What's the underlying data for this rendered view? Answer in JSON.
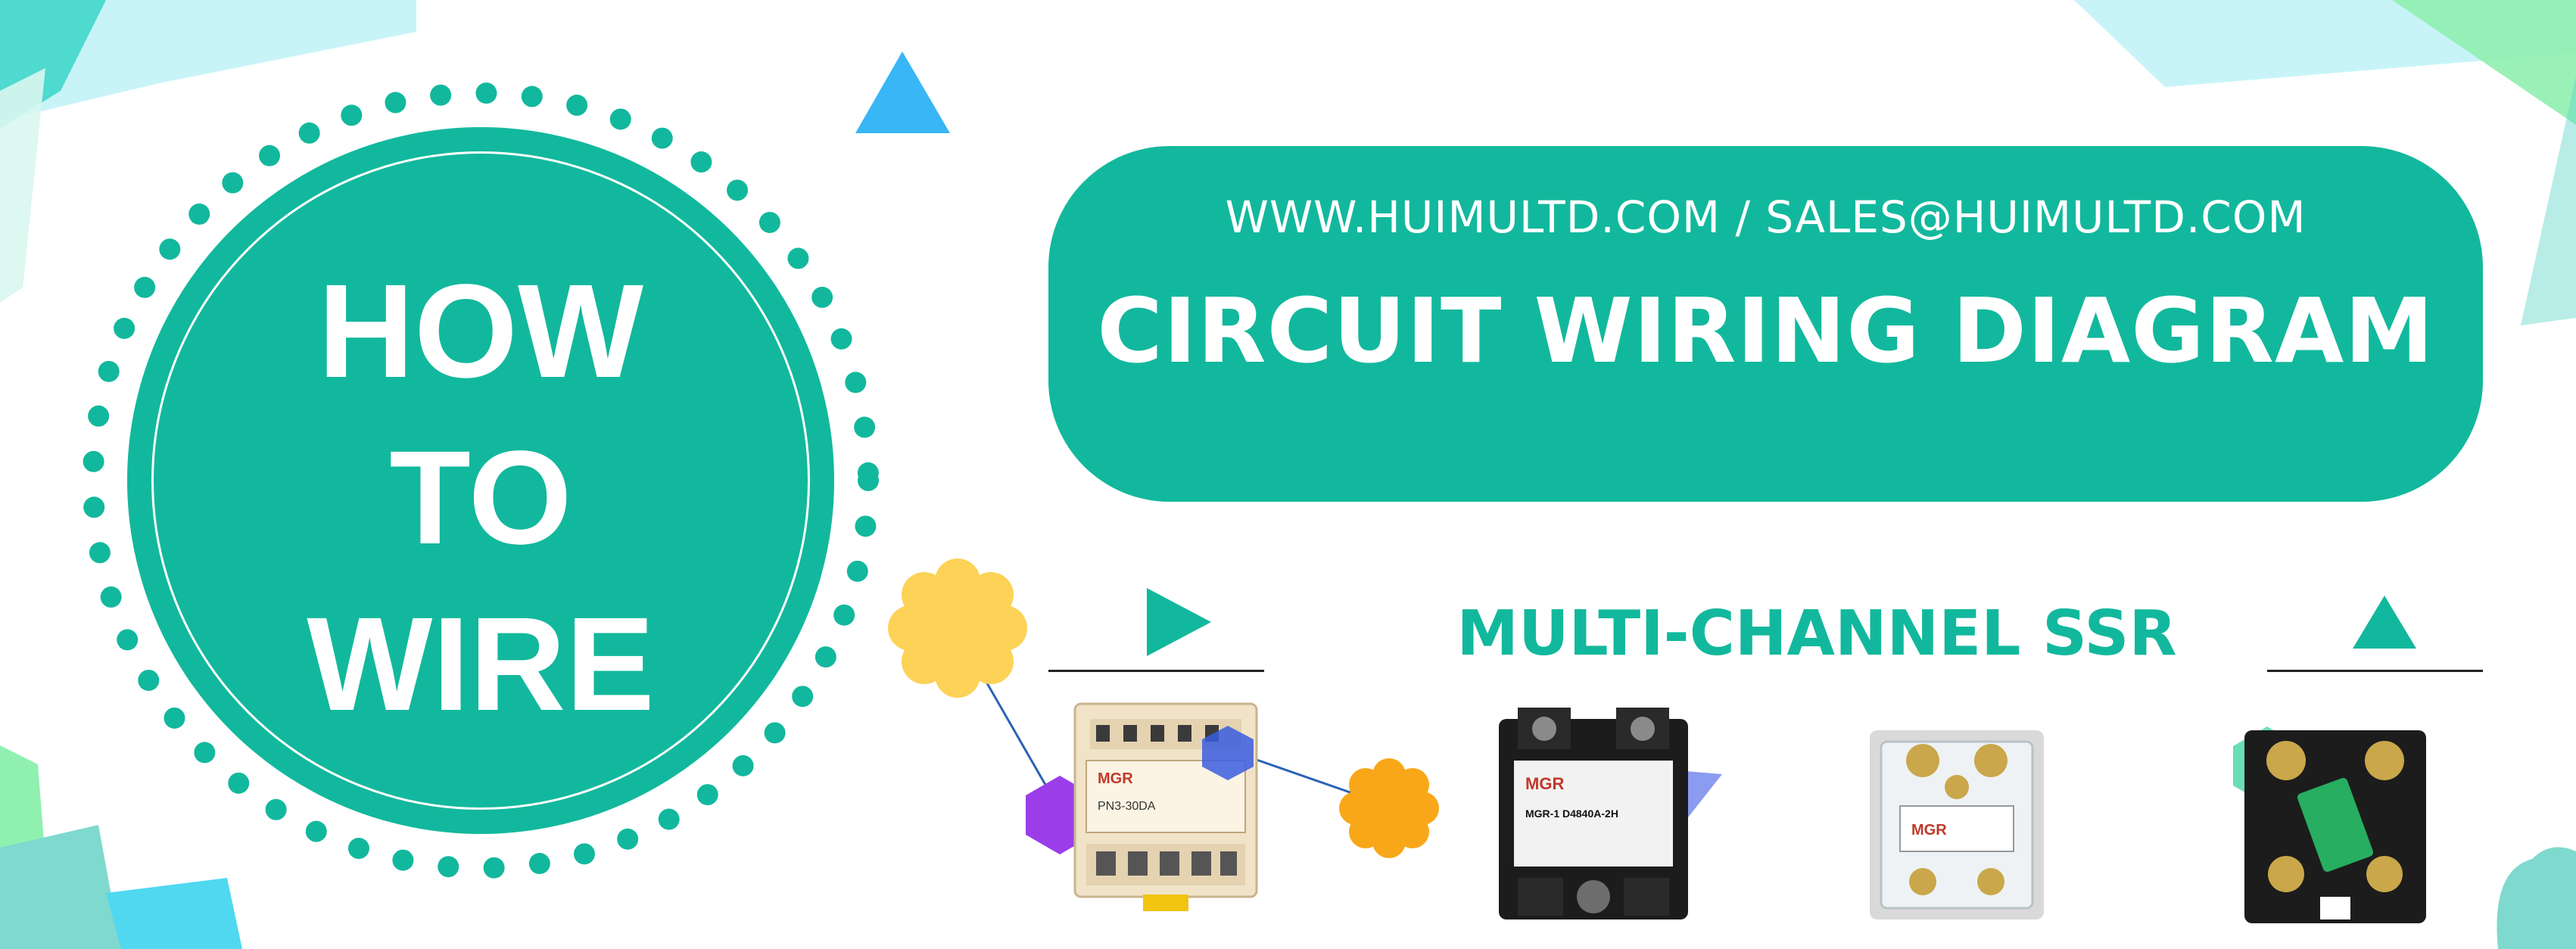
{
  "theme": {
    "accent": "#12b89d",
    "accent_light": "#c8f4f8",
    "sky_blue": "#38b6f5",
    "light_green": "#8ff0b0",
    "yellow": "#fcd257",
    "orange": "#f8a719",
    "purple": "#9b3ee9",
    "blue": "#3b5de0",
    "product_body": "#1c1c1c",
    "product_din_body": "#f1e3c8"
  },
  "badge": {
    "lines": [
      "HOW",
      "TO",
      "WIRE"
    ]
  },
  "banner": {
    "contact": "WWW.HUIMULTD.COM / SALES@HUIMULTD.COM",
    "title": "CIRCUIT WIRING DIAGRAM"
  },
  "section": {
    "subtitle": "MULTI-CHANNEL SSR"
  },
  "products": [
    {
      "name": "multi-channel din rail ssr",
      "brand": "MGR",
      "model": "PN3-30DA"
    },
    {
      "name": "single phase ssr",
      "brand": "MGR",
      "model": "MGR-1 D4840A-2H"
    },
    {
      "name": "single phase ssr with clear cover",
      "brand": "MGR",
      "model": ""
    },
    {
      "name": "ssr with green terminal block",
      "brand": "",
      "model": ""
    }
  ]
}
